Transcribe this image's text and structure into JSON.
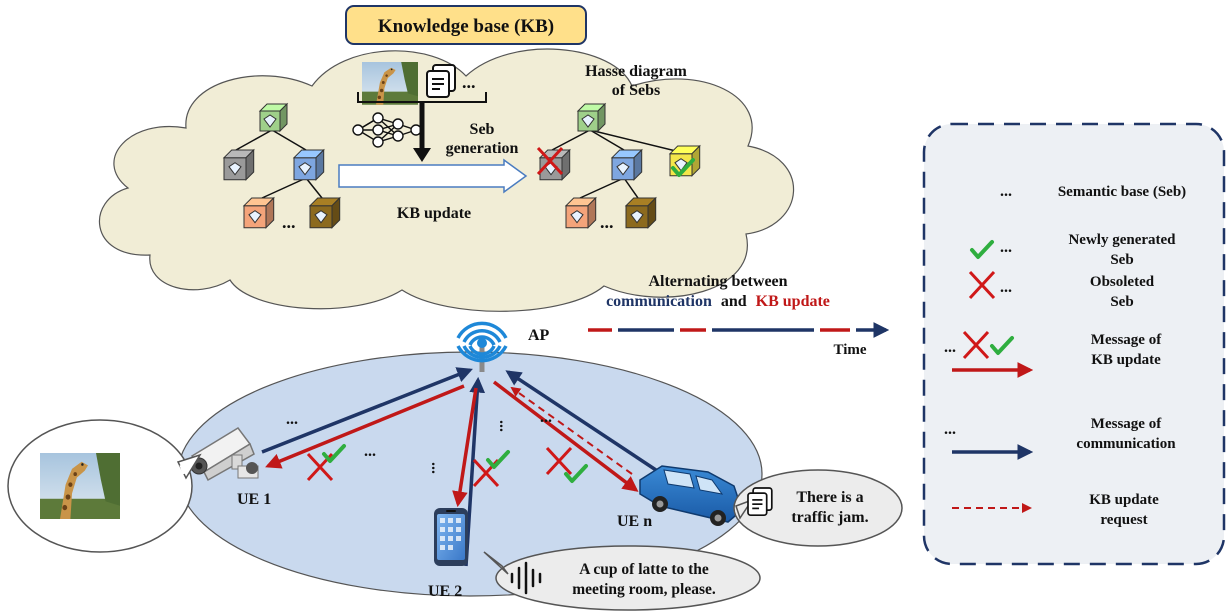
{
  "kb": {
    "title": "Knowledge base (KB)",
    "hasse_line1": "Hasse diagram",
    "hasse_line2": "of Sebs",
    "seb_gen_line1": "Seb",
    "seb_gen_line2": "generation",
    "kb_update": "KB update",
    "ellipsis": "..."
  },
  "timeline": {
    "line1": "Alternating between",
    "comm": "communication",
    "and": "and",
    "kbu": "KB update",
    "time": "Time"
  },
  "network": {
    "ap": "AP",
    "ue1": "UE 1",
    "ue2": "UE 2",
    "uen": "UE n",
    "bubble_car_line1": "There is a",
    "bubble_car_line2": "traffic jam.",
    "bubble_phone_line1": "A cup of latte to the",
    "bubble_phone_line2": "meeting room, please."
  },
  "legend": {
    "seb": "Semantic base (Seb)",
    "new_line1": "Newly generated",
    "new_line2": "Seb",
    "obs_line1": "Obsoleted",
    "obs_line2": "Seb",
    "kbmsg_line1": "Message of",
    "kbmsg_line2": "KB update",
    "comm_line1": "Message of",
    "comm_line2": "communication",
    "req_line1": "KB update",
    "req_line2": "request",
    "ellipsis": "..."
  },
  "colors": {
    "cloud": "#f1edd6",
    "cloud_stroke": "#555555",
    "ellipse": "#c9d9ee",
    "kb_box": "#ffe08a",
    "navy": "#1f3566",
    "red": "#c01818",
    "green_cube": "#9fd08a",
    "gray_cube": "#9a9a9a",
    "blue_cube": "#7ea6e0",
    "orange_cube": "#f4a47a",
    "brown_cube": "#8c6a1e",
    "yellow_cube": "#f4e64a"
  },
  "icons": [
    "giraffe-photo",
    "document-icon",
    "neural-net-icon",
    "access-point-icon",
    "camera-icon",
    "phone-icon",
    "car-icon",
    "sound-wave-icon"
  ]
}
